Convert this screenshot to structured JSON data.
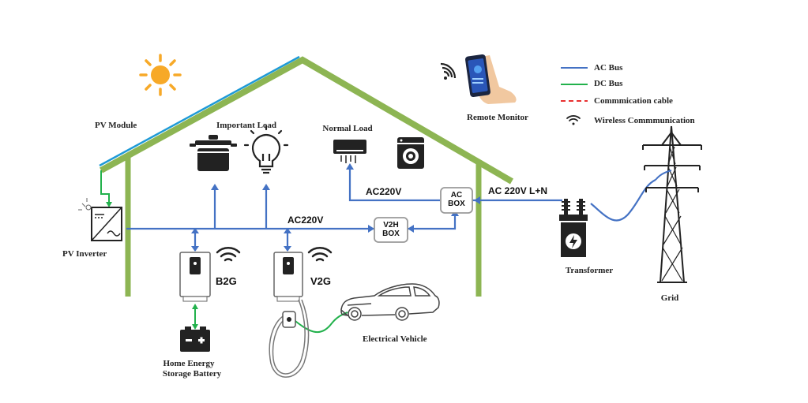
{
  "labels": {
    "pv_module": "PV Module",
    "important_load": "Important Load",
    "normal_load": "Normal Load",
    "remote_monitor": "Remote Monitor",
    "pv_inverter": "PV Inverter",
    "transformer": "Transformer",
    "grid": "Grid",
    "electrical_vehicle": "Electrical Vehicle",
    "battery_line1": "Home Energy",
    "battery_line2": "Storage Battery"
  },
  "bus_labels": {
    "ac220v_main": "AC220V",
    "ac220v_load": "AC220V",
    "grid_in": "AC 220V L+N"
  },
  "boxes": {
    "ac_box_line1": "AC",
    "ac_box_line2": "BOX",
    "v2h_box_line1": "V2H",
    "v2h_box_line2": "BOX"
  },
  "devices": {
    "b2g": "B2G",
    "v2g": "V2G"
  },
  "legend": {
    "ac_bus": "AC Bus",
    "dc_bus": "DC Bus",
    "comm_cable": "Commmication cable",
    "wireless": "Wireless Commmunication"
  },
  "colors": {
    "ac_bus": "#4472c4",
    "dc_bus": "#22b14c",
    "comm_cable": "#e83030",
    "roof": "#8db553",
    "solar": "#1e9ad6",
    "sun": "#f7a928"
  }
}
